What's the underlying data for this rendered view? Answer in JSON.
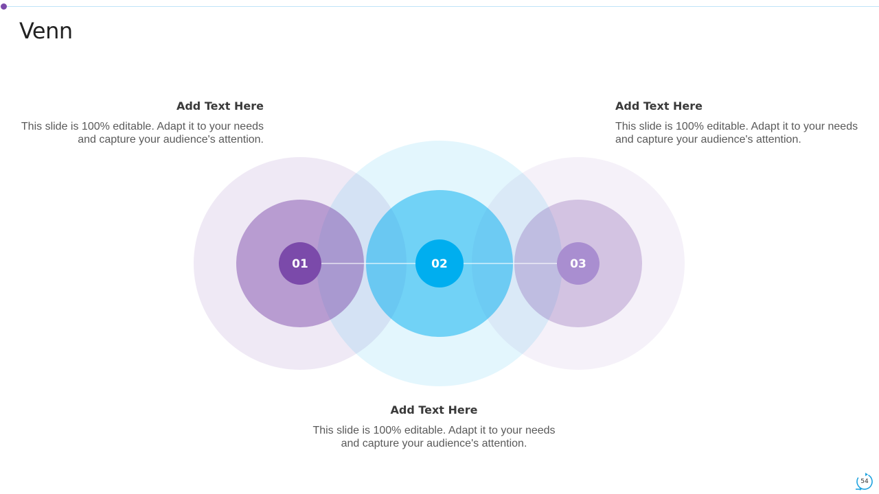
{
  "title": "Venn",
  "colors": {
    "purple_dark": "#7b4aaa",
    "purple_mid": "#a98ed0",
    "blue": "#00aeef",
    "blue_light": "#73d3f5",
    "accent_line": "#bfe3f7"
  },
  "nodes": [
    {
      "label": "01"
    },
    {
      "label": "02"
    },
    {
      "label": "03"
    }
  ],
  "text_blocks": {
    "left": {
      "heading": "Add Text Here",
      "body": "This slide is 100% editable. Adapt it to your needs and capture your audience's attention."
    },
    "right": {
      "heading": "Add Text Here",
      "body": "This slide is 100% editable. Adapt it to your needs and capture your audience's attention."
    },
    "bottom": {
      "heading": "Add Text Here",
      "body": "This slide is 100% editable. Adapt it to your needs and capture your audience's attention."
    }
  },
  "page_number": "54",
  "icons": {
    "page_badge": "refresh-cycle-icon"
  }
}
